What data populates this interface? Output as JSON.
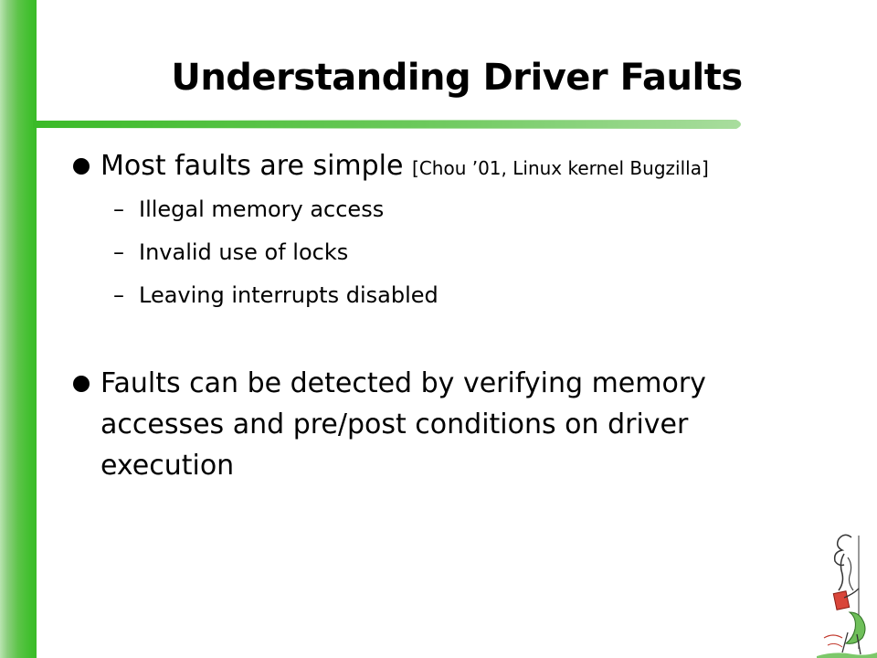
{
  "slide": {
    "title": "Understanding Driver Faults",
    "bullets": [
      {
        "text": "Most faults are simple ",
        "citation": "[Chou ’01, Linux kernel Bugzilla]",
        "subitems": [
          "Illegal memory access",
          "Invalid use of locks",
          "Leaving interrupts disabled"
        ]
      },
      {
        "lines": [
          "Faults can be detected by verifying memory",
          "accesses and pre/post conditions on driver",
          "execution"
        ]
      }
    ],
    "dash_glyph": "–"
  },
  "colors": {
    "accent_green": "#3aba27",
    "underline_green": "#4cbf3a",
    "text": "#000000",
    "background": "#ffffff"
  },
  "icons": {
    "bullet": "filled-circle-bullet",
    "illustration": "cartoon-character-illustration"
  }
}
